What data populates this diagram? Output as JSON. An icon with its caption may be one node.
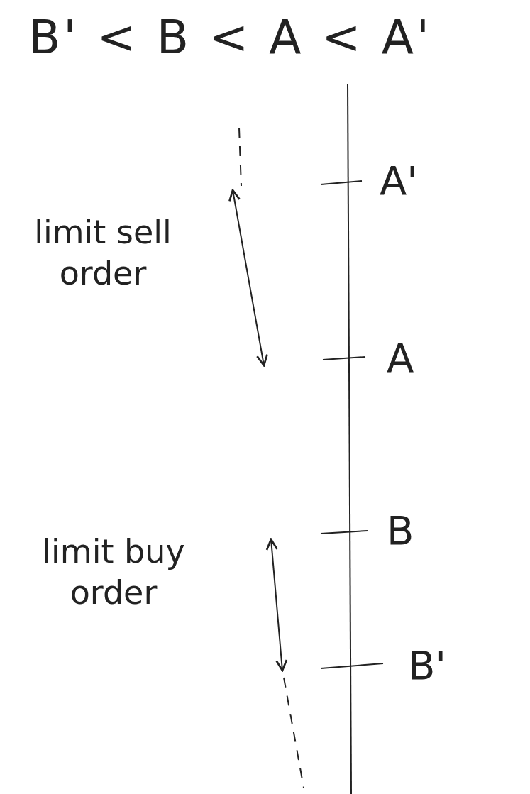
{
  "diagram": {
    "title": "B' < B < A < A'",
    "labels": [
      "A'",
      "limit sell order",
      "A",
      "B",
      "limit buy order",
      "B'"
    ]
  }
}
